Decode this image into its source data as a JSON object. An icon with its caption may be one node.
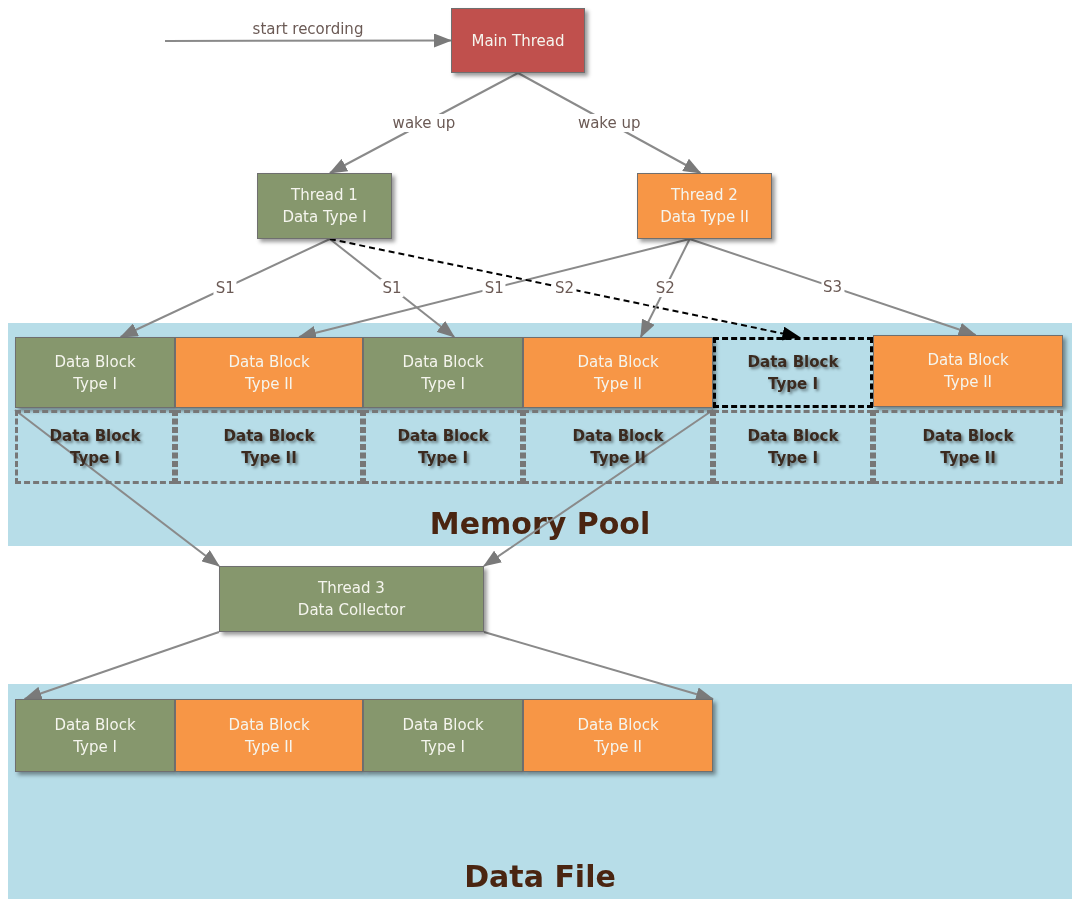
{
  "diagram": {
    "nodes": [
      {
        "text": [
          "Main Thread"
        ]
      },
      {
        "text": [
          "Thread 1",
          "Data Type I"
        ]
      },
      {
        "text": [
          "Thread 2",
          "Data Type II"
        ]
      },
      {
        "text": [
          "Memory Pool"
        ]
      },
      {
        "text": [
          "Data Block Type I"
        ],
        "in": 3
      },
      {
        "text": [
          "Data Block Type II"
        ],
        "in": 3
      },
      {
        "text": [
          "Data Block Type I"
        ],
        "in": 3
      },
      {
        "text": [
          "Data Block Type II"
        ],
        "in": 3
      },
      {
        "text": [
          "Data Block Type I"
        ],
        "in": 3
      },
      {
        "text": [
          "Data Block Type II"
        ],
        "in": 3
      },
      {
        "text": [
          "Data Block Type I"
        ],
        "in": 3
      },
      {
        "text": [
          "Data Block Type II"
        ],
        "in": 3
      },
      {
        "text": [
          "Data Block Type I"
        ],
        "in": 3
      },
      {
        "text": [
          "Data Block Type II"
        ],
        "in": 3
      },
      {
        "text": [
          "Data Block Type I"
        ],
        "in": 3
      },
      {
        "text": [
          "Data Block Type II"
        ],
        "in": 3
      },
      {
        "text": [
          "Thread 3",
          "Data Collector"
        ]
      },
      {
        "text": [
          "Data File"
        ]
      },
      {
        "text": [
          "Data Block Type I"
        ],
        "in": 17
      },
      {
        "text": [
          "Data Block Type II"
        ],
        "in": 17
      },
      {
        "text": [
          "Data Block Type I"
        ],
        "in": 17
      },
      {
        "text": [
          "Data Block Type II"
        ],
        "in": 17
      }
    ],
    "edges": [
      {
        "from": null,
        "to": 0,
        "arrow": "to",
        "label": "start recording"
      },
      {
        "from": 0,
        "to": 1,
        "arrow": "to",
        "label": "wake up"
      },
      {
        "from": 0,
        "to": 2,
        "arrow": "to",
        "label": "wake up"
      },
      {
        "from": 1,
        "to": 4,
        "arrow": "to",
        "label": "S1"
      },
      {
        "from": 1,
        "to": 6,
        "arrow": "to",
        "label": "S1"
      },
      {
        "from": 2,
        "to": 5,
        "arrow": "to",
        "label": "S1"
      },
      {
        "from": 1,
        "to": 8,
        "arrow": "to",
        "label": "S2",
        "style": "dashed",
        "color": "#000000"
      },
      {
        "from": 2,
        "to": 7,
        "arrow": "to",
        "label": "S2"
      },
      {
        "from": 2,
        "to": 9,
        "arrow": "to",
        "label": "S3"
      },
      {
        "from": 10,
        "to": 16,
        "arrow": "to"
      },
      {
        "from": 13,
        "to": 16,
        "arrow": "to"
      },
      {
        "from": 16,
        "to": 18,
        "arrow": "to"
      },
      {
        "from": 16,
        "to": 21,
        "arrow": "to"
      }
    ]
  }
}
